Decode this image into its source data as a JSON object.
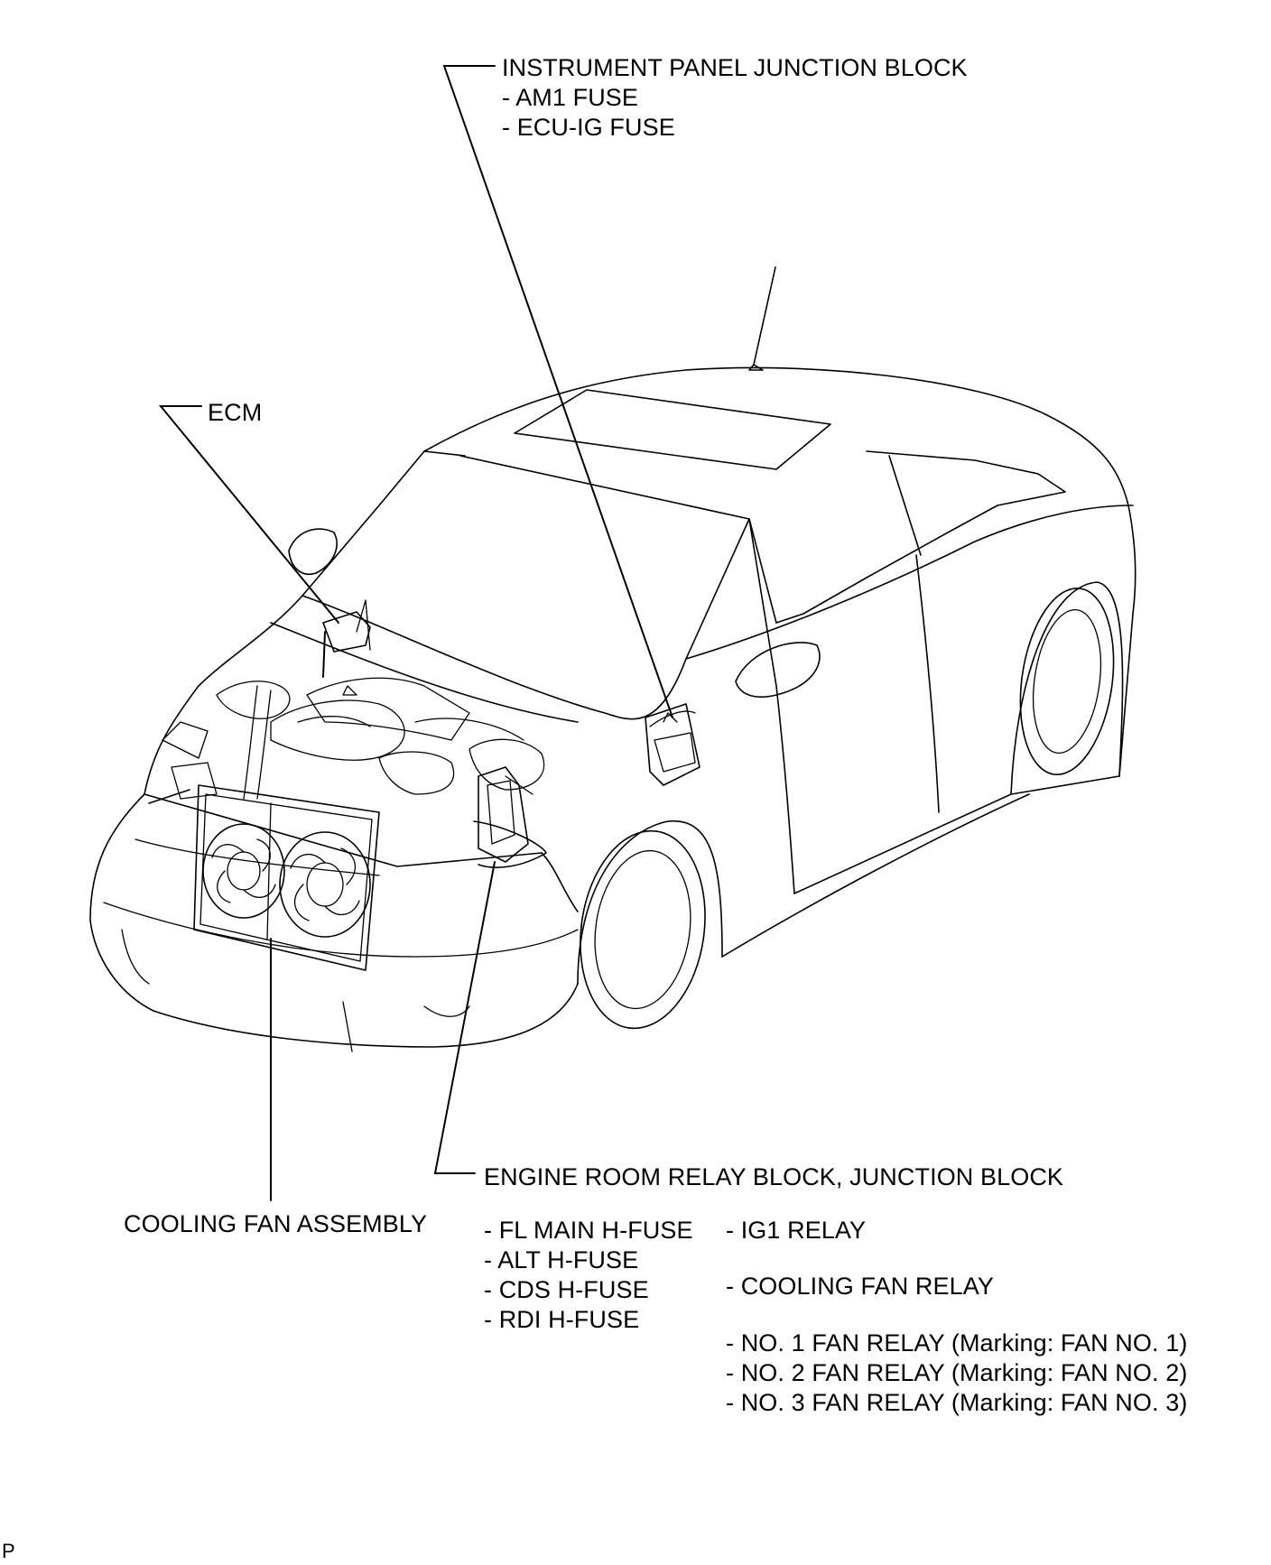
{
  "labels": {
    "instrument_panel_junction_block": {
      "title": "INSTRUMENT PANEL JUNCTION BLOCK",
      "items": [
        "- AM1 FUSE",
        "- ECU-IG FUSE"
      ]
    },
    "ecm": "ECM",
    "engine_room_relay_block": "ENGINE ROOM RELAY BLOCK, JUNCTION BLOCK",
    "cooling_fan_assembly": "COOLING FAN ASSEMBLY",
    "h_fuses": [
      "- FL MAIN H-FUSE",
      "- ALT H-FUSE",
      "- CDS H-FUSE",
      "- RDI H-FUSE"
    ],
    "ig1_relay": "- IG1 RELAY",
    "cooling_fan_relay": "- COOLING FAN RELAY",
    "fan_relays": [
      "- NO. 1 FAN RELAY (Marking: FAN NO. 1)",
      "- NO. 2 FAN RELAY (Marking: FAN NO. 2)",
      "- NO. 3 FAN RELAY (Marking: FAN NO. 3)"
    ],
    "corner_mark": "P"
  }
}
